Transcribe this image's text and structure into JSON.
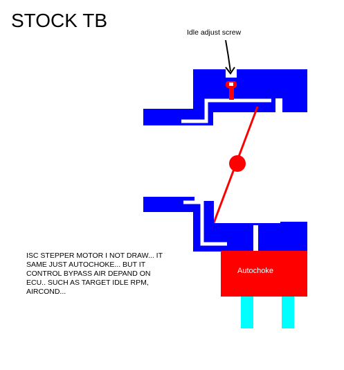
{
  "title": "STOCK TB",
  "labels": {
    "idle_screw": "Idle adjust screw",
    "autochoke": "Autochoke"
  },
  "note_lines": [
    "ISC STEPPER MOTOR I NOT DRAW... IT",
    "SAME JUST AUTOCHOKE... BUT IT",
    "CONTROL BYPASS AIR DEPAND ON",
    "ECU.. SUCH AS TARGET IDLE RPM,",
    "AIRCOND..."
  ],
  "colors": {
    "body": "#0000ff",
    "passage": "#ffffff",
    "throttle_plate": "#ff0000",
    "autochoke_box": "#ff0000",
    "autochoke_text": "#ffffff",
    "pins": "#00ffff",
    "arrow": "#000000"
  }
}
